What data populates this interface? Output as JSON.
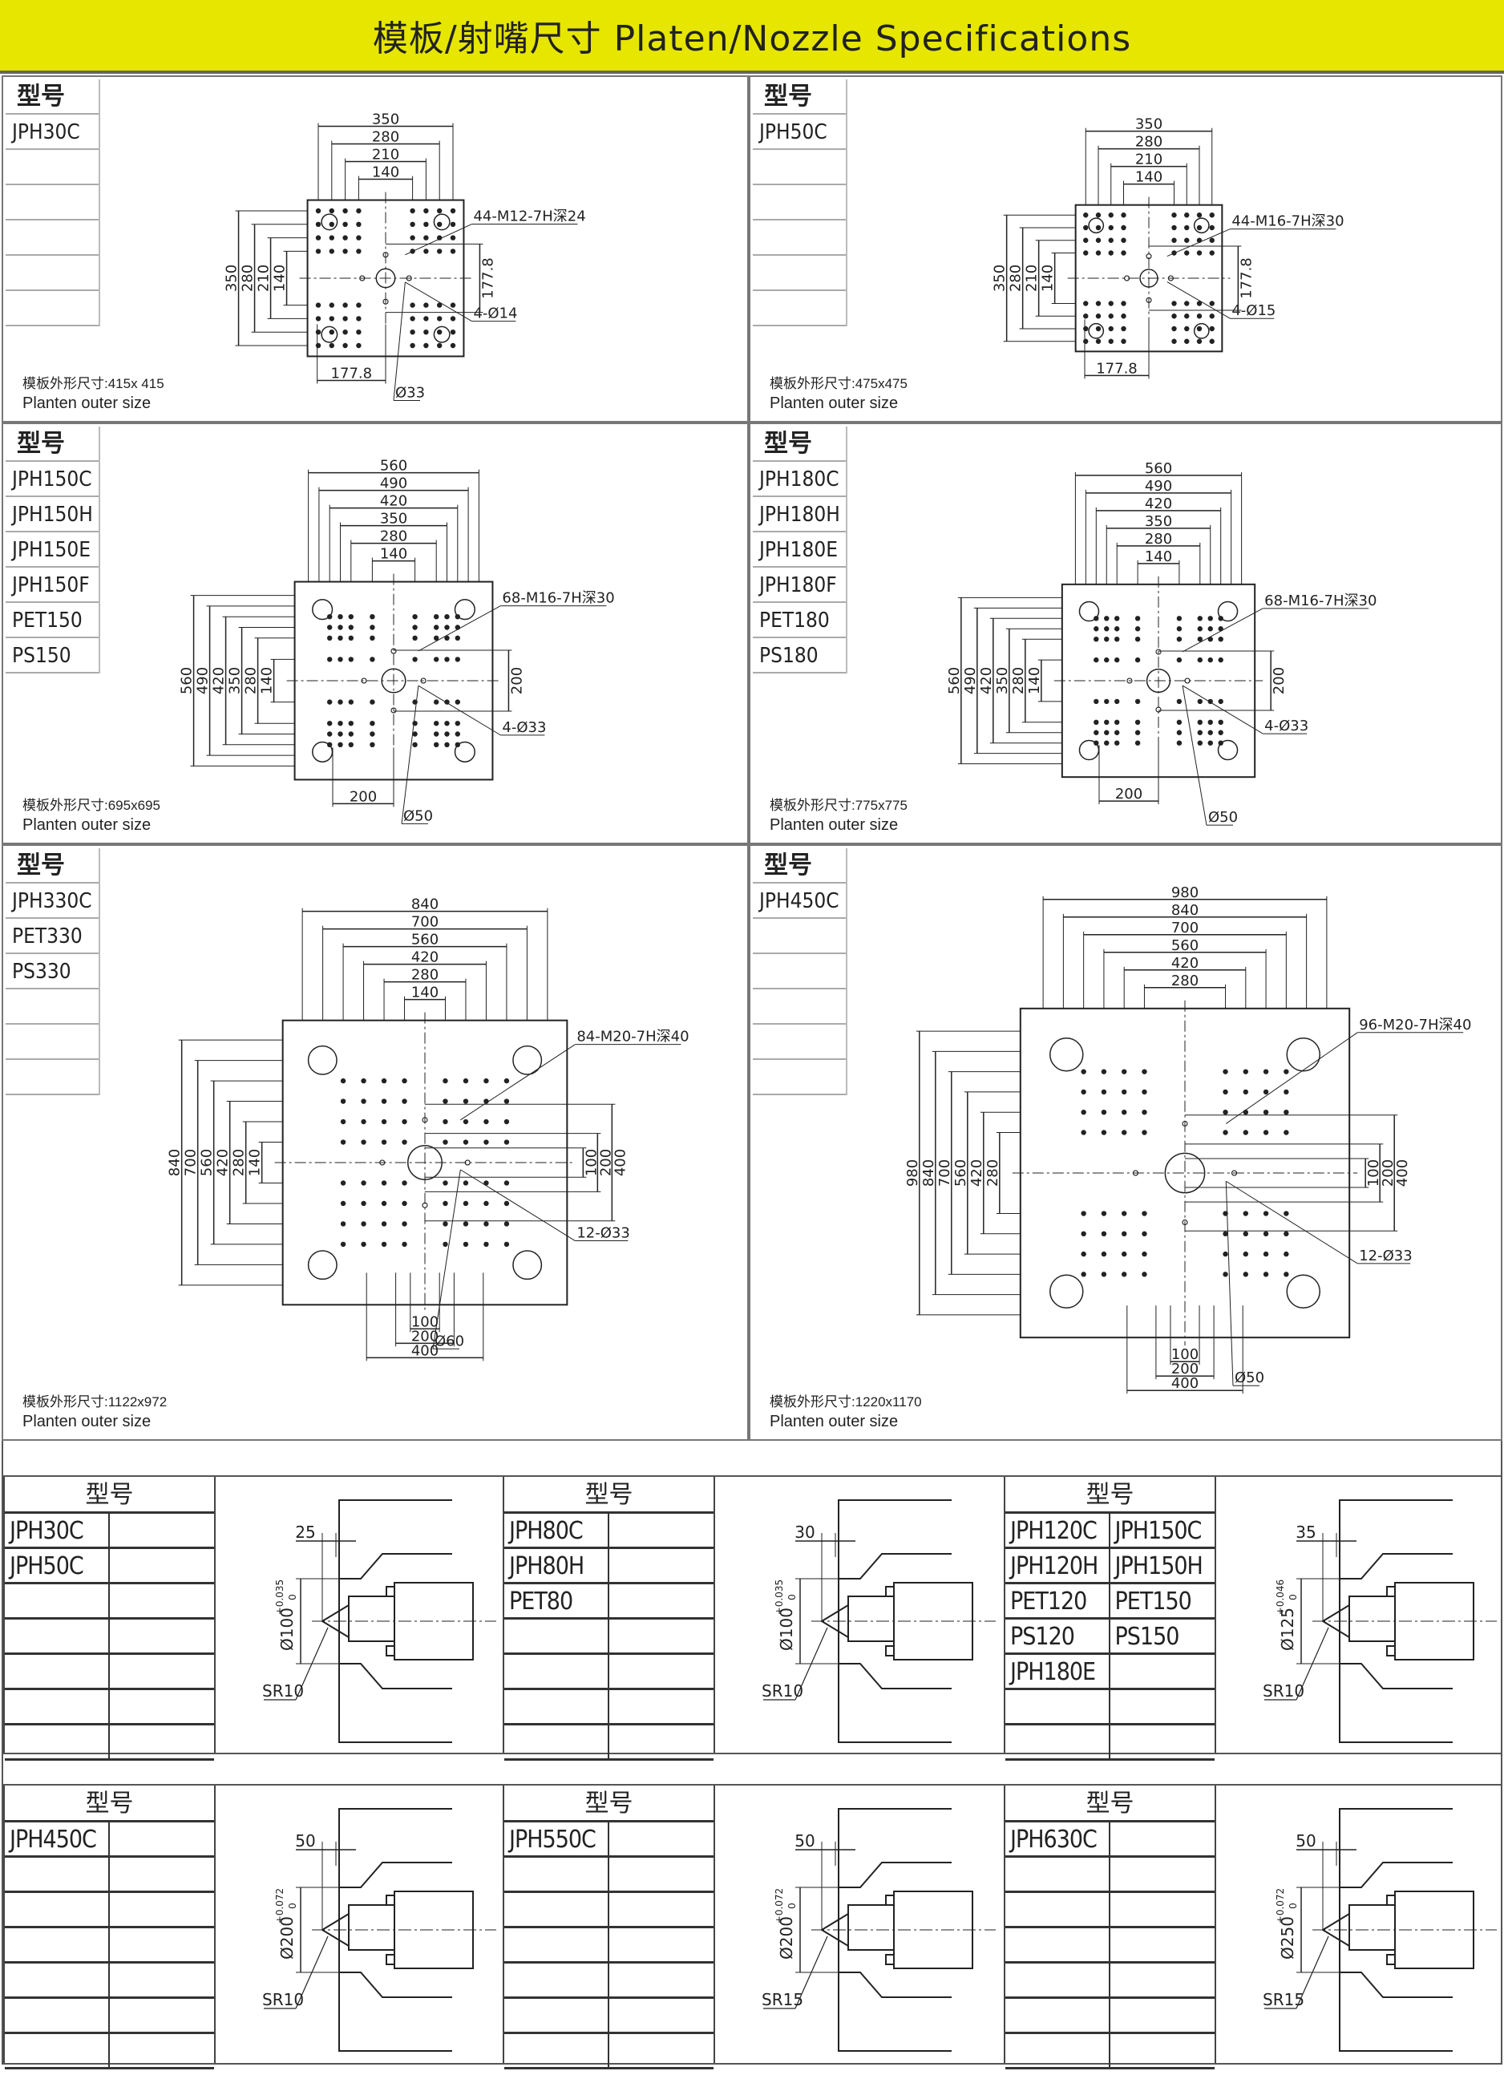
{
  "header": {
    "title": "模板/射嘴尺寸  Platen/Nozzle Specifications"
  },
  "platens": [
    {
      "model_title": "型号",
      "models": [
        "JPH30C",
        "",
        "",
        "",
        "",
        ""
      ],
      "outer_size_cn": "模板外形尺寸:415x 415",
      "outer_size_en": "Planten outer size",
      "top_dims": [
        "350",
        "280",
        "210",
        "140"
      ],
      "left_dims": [
        "350",
        "280",
        "210",
        "140"
      ],
      "right_dims": [
        "177.8"
      ],
      "bottom_dims": [
        "177.8"
      ],
      "callouts": [
        "44-M12-7H深24",
        "4-Ø14",
        "Ø33"
      ]
    },
    {
      "model_title": "型号",
      "models": [
        "JPH50C",
        "",
        "",
        "",
        "",
        ""
      ],
      "outer_size_cn": "模板外形尺寸:475x475",
      "outer_size_en": "Planten outer size",
      "top_dims": [
        "350",
        "280",
        "210",
        "140"
      ],
      "left_dims": [
        "350",
        "280",
        "210",
        "140"
      ],
      "right_dims": [
        "177.8"
      ],
      "bottom_dims": [
        "177.8"
      ],
      "callouts": [
        "44-M16-7H深30",
        "4-Ø15"
      ]
    },
    {
      "model_title": "型号",
      "models": [
        "JPH150C",
        "JPH150H",
        "JPH150E",
        "JPH150F",
        "PET150",
        "PS150"
      ],
      "outer_size_cn": "模板外形尺寸:695x695",
      "outer_size_en": "Planten outer size",
      "top_dims": [
        "560",
        "490",
        "420",
        "350",
        "280",
        "140"
      ],
      "left_dims": [
        "560",
        "490",
        "420",
        "350",
        "280",
        "140"
      ],
      "right_dims": [
        "200"
      ],
      "bottom_dims": [
        "200"
      ],
      "callouts": [
        "68-M16-7H深30",
        "4-Ø33",
        "Ø50"
      ]
    },
    {
      "model_title": "型号",
      "models": [
        "JPH180C",
        "JPH180H",
        "JPH180E",
        "JPH180F",
        "PET180",
        "PS180"
      ],
      "outer_size_cn": "模板外形尺寸:775x775",
      "outer_size_en": "Planten outer size",
      "top_dims": [
        "560",
        "490",
        "420",
        "350",
        "280",
        "140"
      ],
      "left_dims": [
        "560",
        "490",
        "420",
        "350",
        "280",
        "140"
      ],
      "right_dims": [
        "200"
      ],
      "bottom_dims": [
        "200"
      ],
      "callouts": [
        "68-M16-7H深30",
        "4-Ø33",
        "Ø50"
      ]
    },
    {
      "model_title": "型号",
      "models": [
        "JPH330C",
        "PET330",
        "PS330",
        "",
        "",
        ""
      ],
      "outer_size_cn": "模板外形尺寸:1122x972",
      "outer_size_en": "Planten outer size",
      "top_dims": [
        "840",
        "700",
        "560",
        "420",
        "280",
        "140"
      ],
      "left_dims": [
        "840",
        "700",
        "560",
        "420",
        "280",
        "140"
      ],
      "right_dims": [
        "100",
        "200",
        "400"
      ],
      "bottom_dims": [
        "100",
        "200",
        "400"
      ],
      "callouts": [
        "84-M20-7H深40",
        "12-Ø33",
        "Ø60"
      ]
    },
    {
      "model_title": "型号",
      "models": [
        "JPH450C",
        "",
        "",
        "",
        "",
        ""
      ],
      "outer_size_cn": "模板外形尺寸:1220x1170",
      "outer_size_en": "Planten outer size",
      "top_dims": [
        "980",
        "840",
        "700",
        "560",
        "420",
        "280"
      ],
      "left_dims": [
        "980",
        "840",
        "700",
        "560",
        "420",
        "280"
      ],
      "right_dims": [
        "100",
        "200",
        "400"
      ],
      "bottom_dims": [
        "100",
        "200",
        "400"
      ],
      "callouts": [
        "96-M20-7H深40",
        "12-Ø33",
        "Ø50"
      ]
    }
  ],
  "nozzles": [
    {
      "title": "型号",
      "models": [
        [
          "JPH30C",
          ""
        ],
        [
          "JPH50C",
          ""
        ],
        [
          "",
          ""
        ],
        [
          "",
          ""
        ],
        [
          "",
          ""
        ],
        [
          "",
          ""
        ],
        [
          "",
          ""
        ]
      ],
      "gap": "25",
      "diameter": "Ø100",
      "tol_upper": "+0.035",
      "tol_lower": "0",
      "radius": "SR10"
    },
    {
      "title": "型号",
      "models": [
        [
          "JPH80C",
          ""
        ],
        [
          "JPH80H",
          ""
        ],
        [
          "PET80",
          ""
        ],
        [
          "",
          ""
        ],
        [
          "",
          ""
        ],
        [
          "",
          ""
        ],
        [
          "",
          ""
        ]
      ],
      "gap": "30",
      "diameter": "Ø100",
      "tol_upper": "+0.035",
      "tol_lower": "0",
      "radius": "SR10"
    },
    {
      "title": "型号",
      "models": [
        [
          "JPH120C",
          "JPH150C"
        ],
        [
          "JPH120H",
          "JPH150H"
        ],
        [
          "PET120",
          "PET150"
        ],
        [
          "PS120",
          "PS150"
        ],
        [
          "JPH180E",
          ""
        ],
        [
          "",
          ""
        ],
        [
          "",
          ""
        ]
      ],
      "gap": "35",
      "diameter": "Ø125",
      "tol_upper": "+0.046",
      "tol_lower": "0",
      "radius": "SR10"
    },
    {
      "title": "型号",
      "models": [
        [
          "JPH450C",
          ""
        ],
        [
          "",
          ""
        ],
        [
          "",
          ""
        ],
        [
          "",
          ""
        ],
        [
          "",
          ""
        ],
        [
          "",
          ""
        ],
        [
          "",
          ""
        ]
      ],
      "gap": "50",
      "diameter": "Ø200",
      "tol_upper": "+0.072",
      "tol_lower": "0",
      "radius": "SR10"
    },
    {
      "title": "型号",
      "models": [
        [
          "JPH550C",
          ""
        ],
        [
          "",
          ""
        ],
        [
          "",
          ""
        ],
        [
          "",
          ""
        ],
        [
          "",
          ""
        ],
        [
          "",
          ""
        ],
        [
          "",
          ""
        ]
      ],
      "gap": "50",
      "diameter": "Ø200",
      "tol_upper": "+0.072",
      "tol_lower": "0",
      "radius": "SR15"
    },
    {
      "title": "型号",
      "models": [
        [
          "JPH630C",
          ""
        ],
        [
          "",
          ""
        ],
        [
          "",
          ""
        ],
        [
          "",
          ""
        ],
        [
          "",
          ""
        ],
        [
          "",
          ""
        ],
        [
          "",
          ""
        ]
      ],
      "gap": "50",
      "diameter": "Ø250",
      "tol_upper": "+0.072",
      "tol_lower": "0",
      "radius": "SR15"
    }
  ]
}
